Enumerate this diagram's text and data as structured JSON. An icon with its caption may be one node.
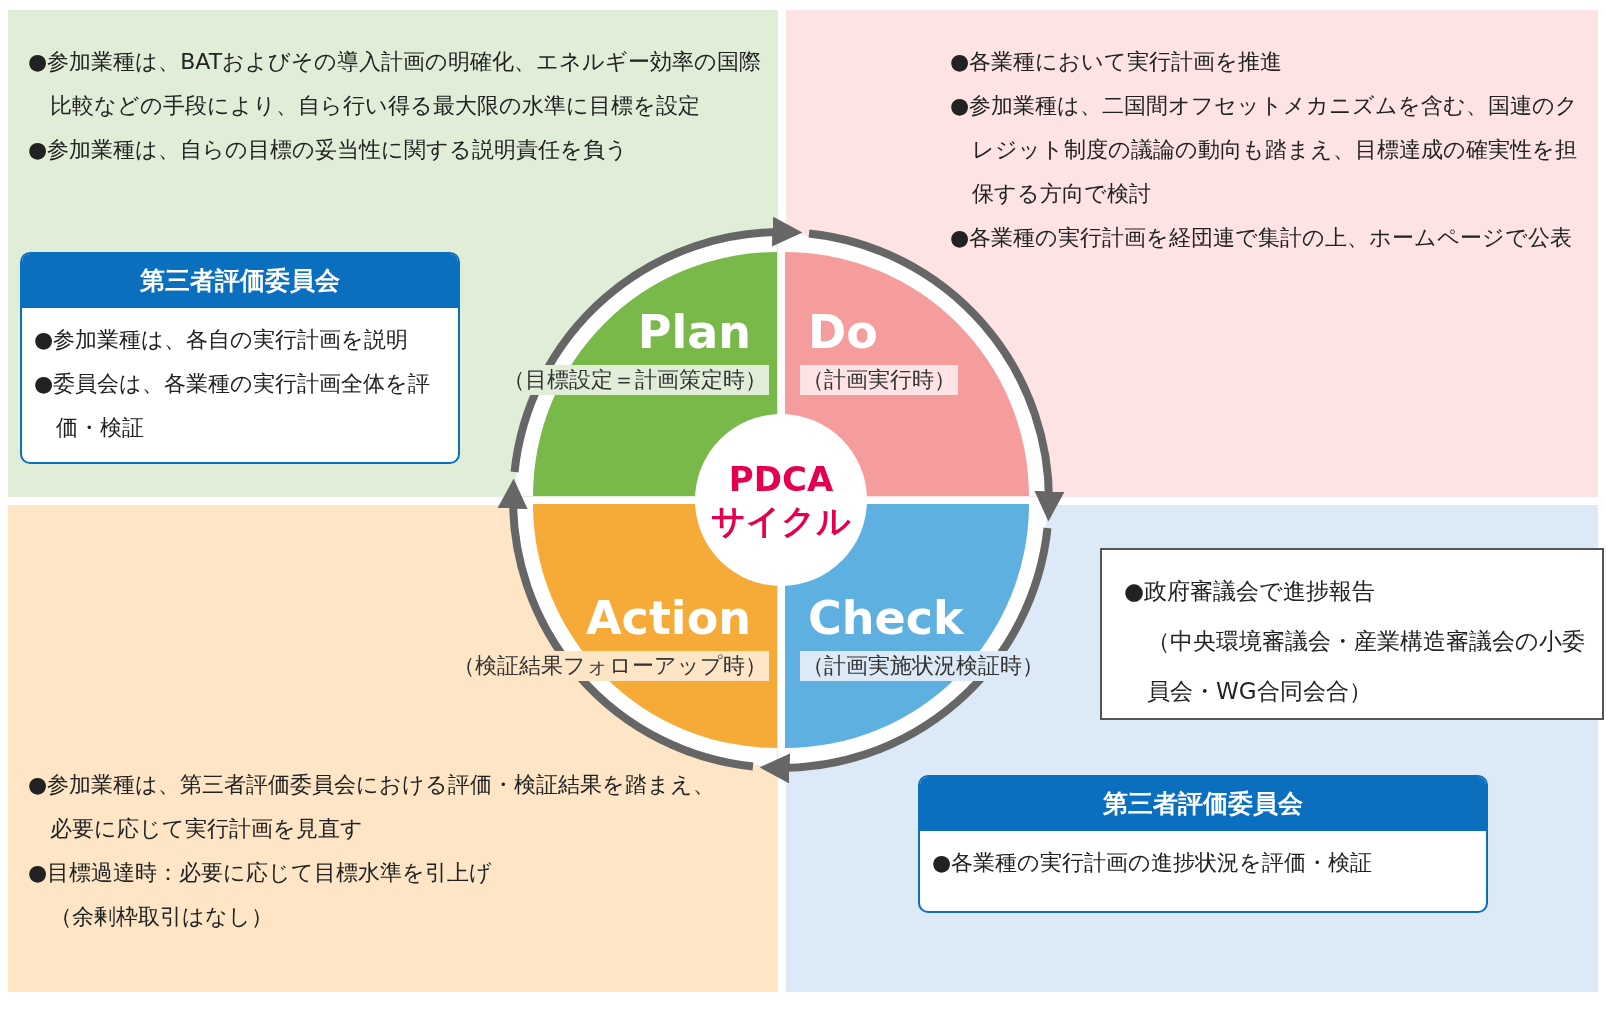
{
  "diagram": {
    "nodes": [
      {
        "text": [
          "●参加業種は、BATおよびその導入計画の明確化、エネルギー効率の国際比較などの手段により、自ら行い得る最大限の水準に目標を設定",
          "●参加業種は、自らの目標の妥当性に関する説明責任を負う"
        ]
      },
      {
        "text": [
          "第三者評価委員会",
          "●参加業種は、各自の実行計画を説明",
          "●委員会は、各業種の実行計画全体を評価・検証"
        ],
        "in": 0
      },
      {
        "text": [
          "●各業種において実行計画を推進",
          "●参加業種は、二国間オフセットメカニズムを含む、国連のクレジット制度の議論の動向も踏まえ、目標達成の確実性を担保する方向で検討",
          "●各業種の実行計画を経団連で集計の上、ホームページで公表"
        ]
      },
      {
        "text": [],
        "shape": "box"
      },
      {
        "text": [
          "●政府審議会で進捗報告",
          "（中央環境審議会・産業構造審議会の小委員会・WG合同会合）"
        ],
        "in": 3
      },
      {
        "text": [
          "第三者評価委員会",
          "●各業種の実行計画の進捗状況を評価・検証"
        ],
        "in": 3
      },
      {
        "text": [
          "●参加業種は、第三者評価委員会における評価・検証結果を踏まえ、必要に応じて実行計画を見直す",
          "●目標過達時：必要に応じて目標水準を引上げ",
          "（余剰枠取引はなし）"
        ]
      },
      {
        "text": [
          "Plan",
          "（目標設定＝計画策定時）"
        ],
        "in": 0
      },
      {
        "text": [
          "Do",
          "（計画実行時）"
        ],
        "in": 2
      },
      {
        "text": [
          "Check",
          "（計画実施状況検証時）"
        ],
        "in": 3
      },
      {
        "text": [
          "Action",
          "（検証結果フォローアップ時）"
        ],
        "in": 6
      },
      {
        "text": [
          "PDCAサイクル"
        ]
      }
    ],
    "edges": [
      {
        "from": 7,
        "to": 8,
        "arrow": "to"
      },
      {
        "from": 8,
        "to": 9,
        "arrow": "to"
      },
      {
        "from": 9,
        "to": 10,
        "arrow": "to"
      },
      {
        "from": 10,
        "to": 7,
        "arrow": "to"
      }
    ]
  }
}
